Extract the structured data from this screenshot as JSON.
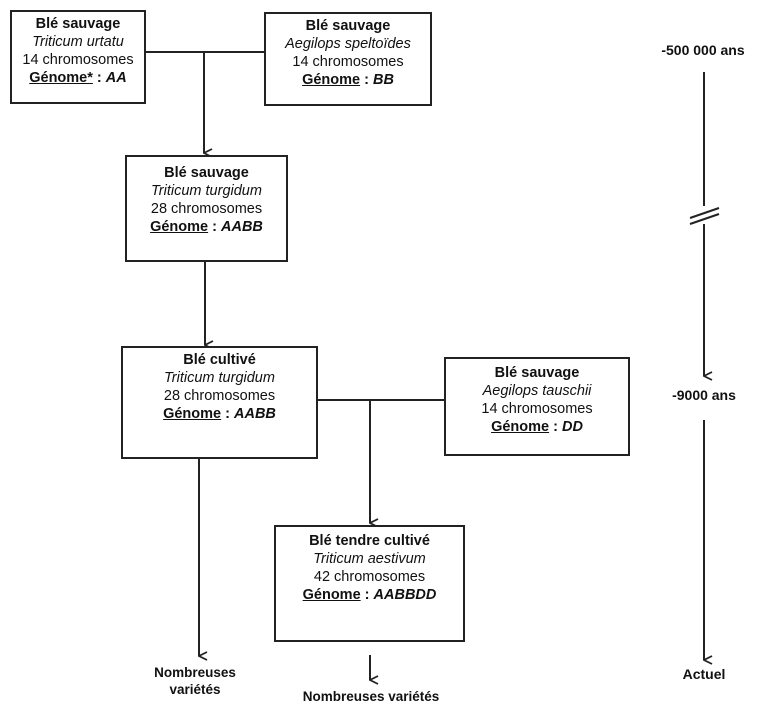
{
  "boxes": {
    "urtatu": {
      "title": "Blé sauvage",
      "species": "Triticum urtatu",
      "chromosomes": "14 chromosomes",
      "genome_label": "Génome*",
      "genome_sep": " : ",
      "genome_value": "AA"
    },
    "speltoides": {
      "title": "Blé sauvage",
      "species": "Aegilops speltoïdes",
      "chromosomes": "14 chromosomes",
      "genome_label": "Génome",
      "genome_sep": " : ",
      "genome_value": "BB"
    },
    "turgidum_wild": {
      "title": "Blé sauvage",
      "species": "Triticum turgidum",
      "chromosomes": "28 chromosomes",
      "genome_label": "Génome",
      "genome_sep": " : ",
      "genome_value": "AABB"
    },
    "turgidum_cult": {
      "title": "Blé cultivé",
      "species": "Triticum turgidum",
      "chromosomes": "28 chromosomes",
      "genome_label": "Génome",
      "genome_sep": " : ",
      "genome_value": "AABB"
    },
    "tauschii": {
      "title": "Blé sauvage",
      "species": "Aegilops tauschii",
      "chromosomes": "14 chromosomes",
      "genome_label": "Génome",
      "genome_sep": " : ",
      "genome_value": "DD"
    },
    "aestivum": {
      "title": "Blé tendre cultivé",
      "species": "Triticum aestivum",
      "chromosomes": "42 chromosomes",
      "genome_label": "Génome",
      "genome_sep": " : ",
      "genome_value": "AABBDD"
    }
  },
  "outcomes": {
    "left_line1": "Nombreuses",
    "left_line2": "variétés",
    "bottom": "Nombreuses variétés"
  },
  "timeline": {
    "start": "-500 000 ans",
    "middle": "-9000 ans",
    "end": "Actuel"
  }
}
